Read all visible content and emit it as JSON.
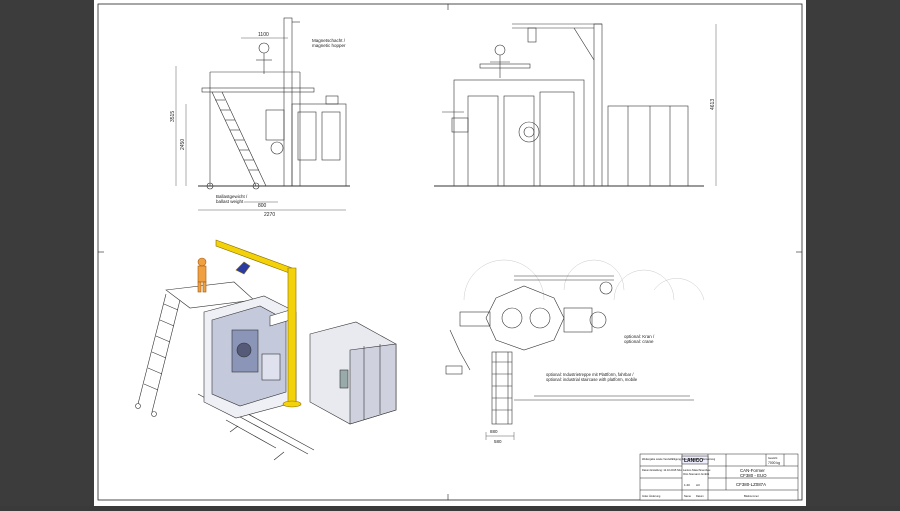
{
  "drawing": {
    "dimensions": {
      "hopper_offset": "1100",
      "platform_height": "3515",
      "stair_height": "2450",
      "foot_width": "800",
      "total_width": "2270",
      "overall_height": "4613",
      "optional_width_a": "880",
      "optional_width_b": "580"
    },
    "labels": {
      "hopper_line1": "Magnetschacht /",
      "hopper_line2": "magnetic hopper",
      "ballast_line1": "Ballastgewicht /",
      "ballast_line2": "ballast weight",
      "crane_line1": "optional: Kran /",
      "crane_line2": "optional: crane",
      "stairs_line1": "optional: Industrietreppe mit Plattform, fahrbar /",
      "stairs_line2": "optional: industrial staircase with platform, mobile"
    }
  },
  "title_block": {
    "logo": "LANICO",
    "weight_label": "Gewicht",
    "weight_value": "7000 kg",
    "company_line1": "Lanico-Maschinenbau",
    "company_line2": "Otto Niemann GmbH",
    "product_line1": "CAN-Former",
    "product_line2": "CF380 - EUO",
    "drawing_number": "CF380-LZ087A",
    "sheet_label": "Blattnummer",
    "note_line1": "Weitergabe sowie Vervielfältigung dieser Unterlage, Verwertung",
    "note_line2": "Datum Erstellung: 12.10.2015 Sbo",
    "scale_label": "1:40",
    "format_label": "A3",
    "revision_label": "Index Änderung",
    "name_label": "Name",
    "date_label": "Datum"
  }
}
